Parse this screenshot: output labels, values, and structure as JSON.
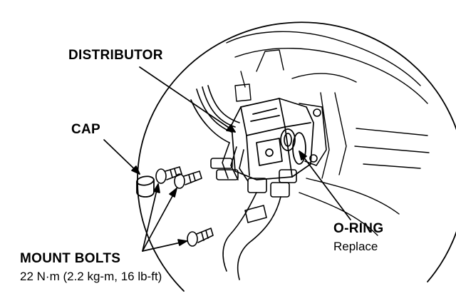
{
  "labels": {
    "distributor": "DISTRIBUTOR",
    "cap": "CAP",
    "o_ring": "O-RING",
    "o_ring_note": "Replace",
    "mount_bolts": "MOUNT BOLTS",
    "torque": "22 N·m (2.2 kg-m, 16 lb-ft)"
  },
  "colors": {
    "line": "#000000",
    "background": "#ffffff"
  }
}
